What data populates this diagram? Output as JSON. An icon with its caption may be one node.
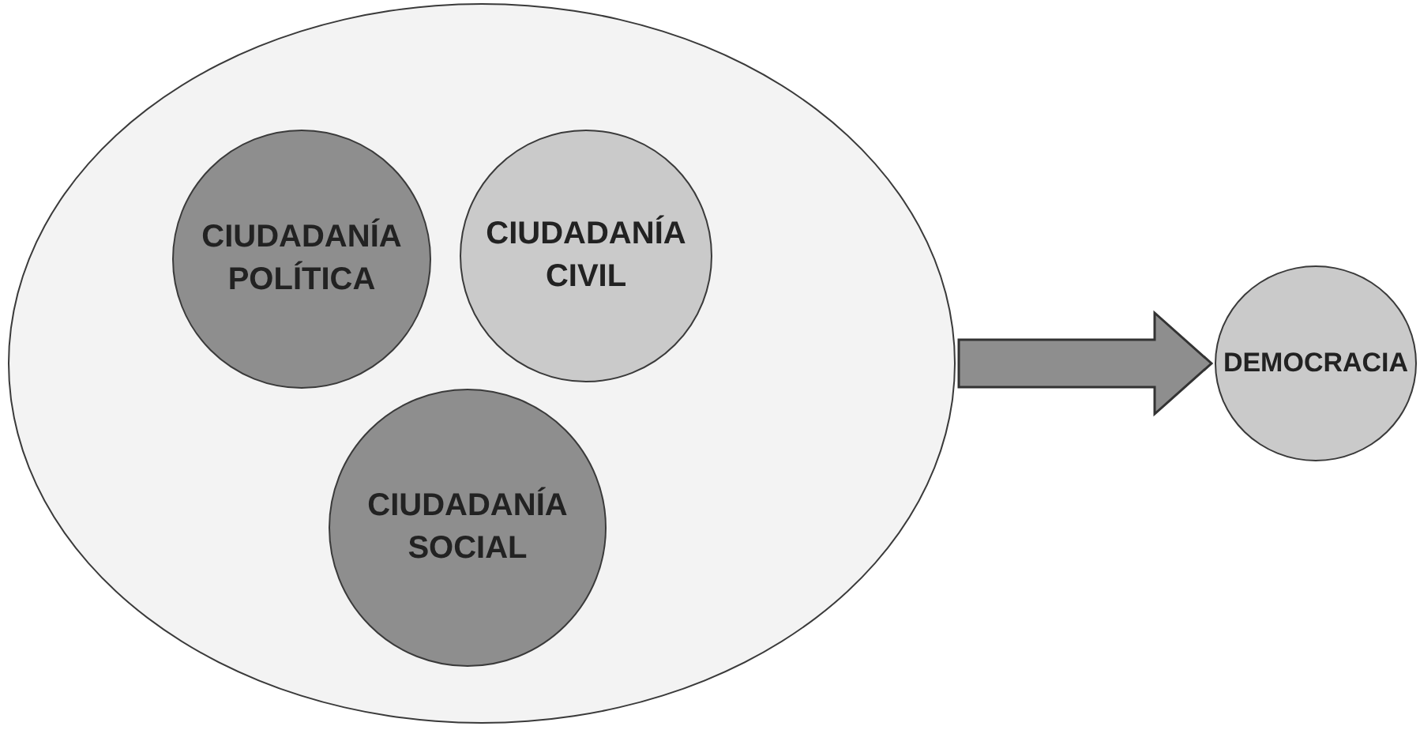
{
  "diagram": {
    "nodes": [
      {
        "text": [],
        "shape": "circle"
      },
      {
        "text": [
          "CIUDADANÍA POLÍTICA"
        ],
        "in": 0
      },
      {
        "text": [
          "CIUDADANÍA CIVIL"
        ],
        "in": 0
      },
      {
        "text": [
          "CIUDADANÍA SOCIAL"
        ],
        "in": 0
      },
      {
        "text": [
          "DEMOCRACIA"
        ]
      }
    ],
    "edges": [
      {
        "from": 0,
        "to": 4,
        "arrow": "to",
        "style": "thick"
      }
    ]
  }
}
